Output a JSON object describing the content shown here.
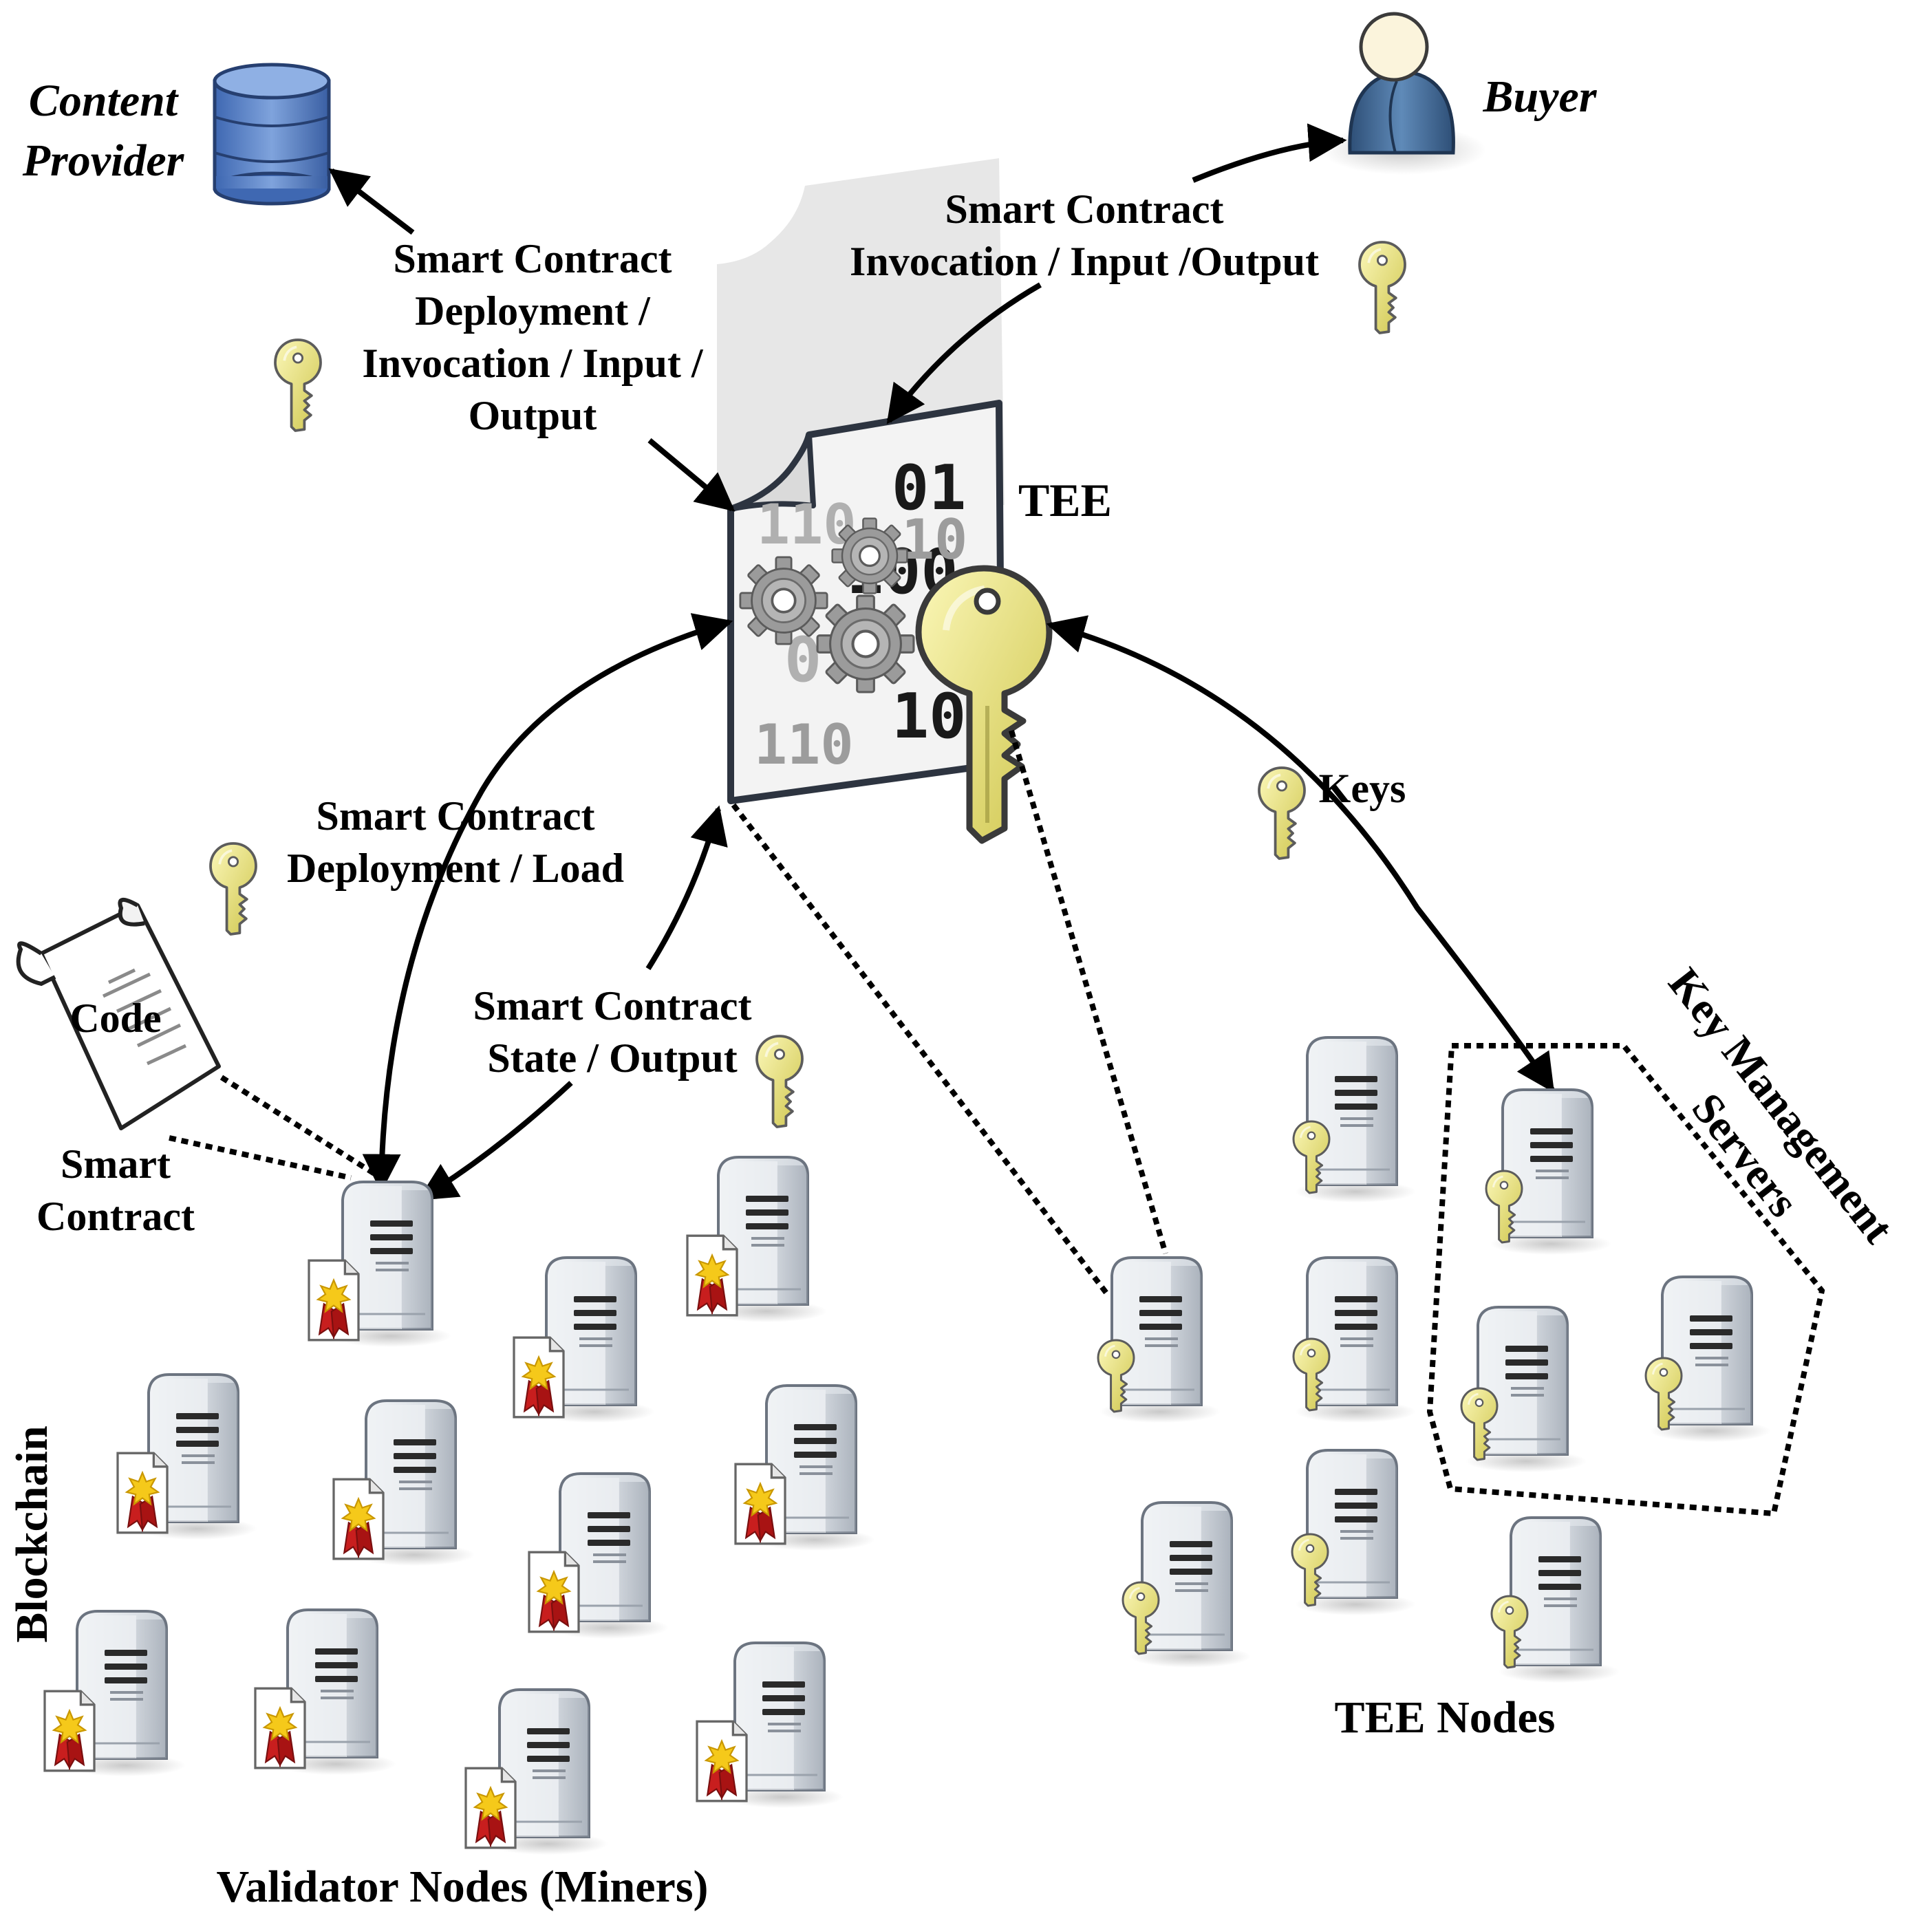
{
  "labels": {
    "content_provider_line1": "Content",
    "content_provider_line2": "Provider",
    "buyer": "Buyer",
    "tee": "TEE",
    "deploy_invoke_line1": "Smart Contract",
    "deploy_invoke_line2": "Deployment /",
    "deploy_invoke_line3": "Invocation / Input /",
    "deploy_invoke_line4": "Output",
    "buyer_invoke_line1": "Smart Contract",
    "buyer_invoke_line2": "Invocation / Input /Output",
    "deploy_load_line1": "Smart Contract",
    "deploy_load_line2": "Deployment / Load",
    "state_output_line1": "Smart Contract",
    "state_output_line2": "State / Output",
    "keys": "Keys",
    "code": "Code",
    "smart_contract_line1": "Smart",
    "smart_contract_line2": "Contract",
    "blockchain": "Blockchain",
    "key_mgmt_line1": "Key Management",
    "key_mgmt_line2": "Servers",
    "tee_nodes": "TEE Nodes",
    "validator_nodes": "Validator Nodes (Miners)"
  },
  "binary_digits": [
    "110",
    "01",
    "100",
    "10",
    "0",
    "110",
    "10"
  ],
  "colors": {
    "key_fill": "#e6e07a",
    "key_stroke": "#555555",
    "database_fill": "#4f79c2",
    "database_dark": "#2e4f8c",
    "person_body": "#3e6590",
    "person_head": "#fbf4dc",
    "server_light": "#e8ebef",
    "server_dark": "#b9c0c9",
    "certificate_red": "#c81e1e",
    "certificate_gold": "#f2c418",
    "gear": "#9a9a9a",
    "paper": "#f3f3f3"
  },
  "icons": {
    "database": "database-icon",
    "person": "person-icon",
    "document": "code-document-icon",
    "key": "key-icon",
    "gear": "gear-icon",
    "scroll": "scroll-icon",
    "server": "server-icon",
    "certificate": "certificate-icon"
  }
}
